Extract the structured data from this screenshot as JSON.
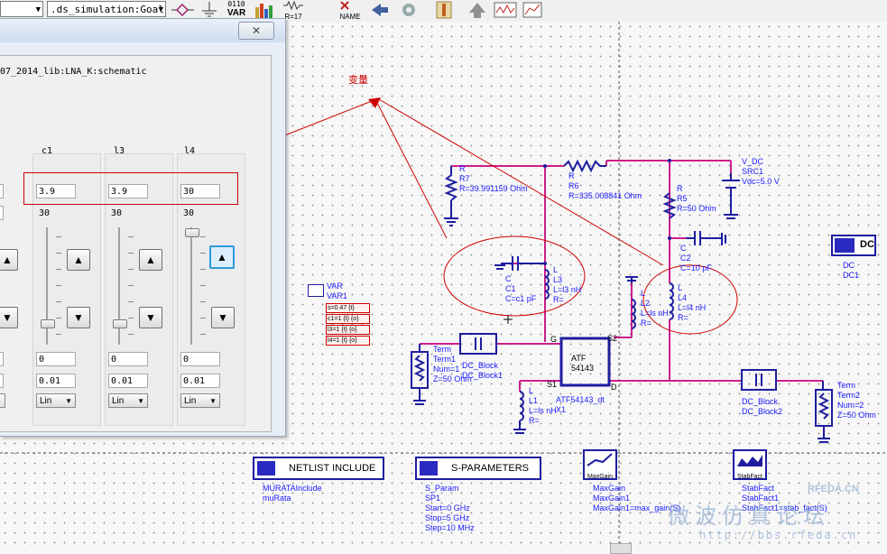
{
  "toolbar": {
    "combo1_value": "",
    "combo2_value": ".ds_simulation:Goal",
    "icons": [
      {
        "name": "port-icon",
        "label": ""
      },
      {
        "name": "ground-icon",
        "label": ""
      },
      {
        "name": "var-icon",
        "label": "VAR",
        "top": "0110"
      },
      {
        "name": "histogram-icon",
        "label": ""
      },
      {
        "name": "r17-icon",
        "label": "R=17"
      },
      {
        "name": "name-icon",
        "label": "NAME"
      },
      {
        "name": "back-arrow-icon",
        "label": ""
      },
      {
        "name": "gear-icon",
        "label": ""
      },
      {
        "name": "tune-icon",
        "label": ""
      },
      {
        "name": "up-arrow-icon",
        "label": ""
      },
      {
        "name": "waveform-icon",
        "label": ""
      },
      {
        "name": "optimize-icon",
        "label": ""
      }
    ]
  },
  "dialog": {
    "close_label": "✕",
    "design_path": "07_2014_lib:LNA_K:schematic",
    "columns": [
      {
        "name": "c1",
        "value": "3.9",
        "max": "30",
        "min": "0",
        "step": "0.01",
        "scale": "Lin"
      },
      {
        "name": "l3",
        "value": "3.9",
        "max": "30",
        "min": "0",
        "step": "0.01",
        "scale": "Lin"
      },
      {
        "name": "l4",
        "value": "30",
        "max": "30",
        "min": "0",
        "step": "0.01",
        "scale": "Lin"
      }
    ],
    "partial_column": {
      "value": "",
      "max": "",
      "min": "",
      "step": "",
      "scale": ""
    }
  },
  "annotation": {
    "text": "变量"
  },
  "schematic": {
    "r7": [
      "R",
      "R7",
      "R=39.991159 Ohm"
    ],
    "r6": [
      "R",
      "R6",
      "R=335.008841 Ohm"
    ],
    "vdc": [
      "V_DC",
      "SRC1",
      "Vdc=5.0 V"
    ],
    "r5": [
      "R",
      "R5",
      "R=50 Ohm"
    ],
    "c2": [
      "C",
      "C2",
      "C=10 pF"
    ],
    "dc": [
      "DC",
      "DC1"
    ],
    "dc_label": "DC",
    "c1": [
      "C",
      "C1",
      "C=c1 pF"
    ],
    "l3": [
      "L",
      "L3",
      "L=l3 nH",
      "R="
    ],
    "l2": [
      "L",
      "L2",
      "L=ls nH",
      "R="
    ],
    "l4": [
      "L",
      "L4",
      "L=l4 nH",
      "R="
    ],
    "var": [
      "VAR",
      "VAR1"
    ],
    "var_items": [
      "s=0.47 {t}",
      "c1=1 {t} {o}",
      "l3=1 {t} {o}",
      "l4=1 {t} {o}"
    ],
    "term1": [
      "Term",
      "Term1",
      "Num=1",
      "Z=50 Ohm"
    ],
    "dcblock1": [
      "DC_Block",
      "DC_Block1"
    ],
    "atf": [
      "ATF",
      "54143"
    ],
    "atf_label": [
      "ATF54143_dt",
      "X1"
    ],
    "pin_g": "G",
    "pin_s1": "S1",
    "pin_s2": "S2",
    "pin_d": "D",
    "l1": [
      "L",
      "L1",
      "L=ls nH",
      "R="
    ],
    "dcblock2": [
      "DC_Block",
      "DC_Block2"
    ],
    "term2": [
      "Term",
      "Term2",
      "Num=2",
      "Z=50 Ohm"
    ],
    "netlist": {
      "box": "NETLIST INCLUDE",
      "lines": [
        "MURATAInclude",
        "muRata"
      ]
    },
    "sparam": {
      "box": "S-PARAMETERS",
      "lines": [
        "S_Param",
        "SP1",
        "Start=0 GHz",
        "Stop=5 GHz",
        "Step=10 MHz"
      ]
    },
    "maxgain": {
      "icon": "MaxGain",
      "lines": [
        "MaxGain",
        "MaxGain1",
        "MaxGain1=max_gain(S)"
      ]
    },
    "stabfact": {
      "icon": "StabFact",
      "lines": [
        "StabFact",
        "StabFact1",
        "StabFact1=stab_fact(S)"
      ]
    }
  },
  "watermark": {
    "site": "RFEDA.CN",
    "forum": "微波仿真论坛",
    "url": "http://bbs.rfeda.cn"
  },
  "colors": {
    "wire": "#cc1f8a",
    "component": "#1d1da0",
    "annotation": "#d00000",
    "label": "#1a1aff"
  }
}
